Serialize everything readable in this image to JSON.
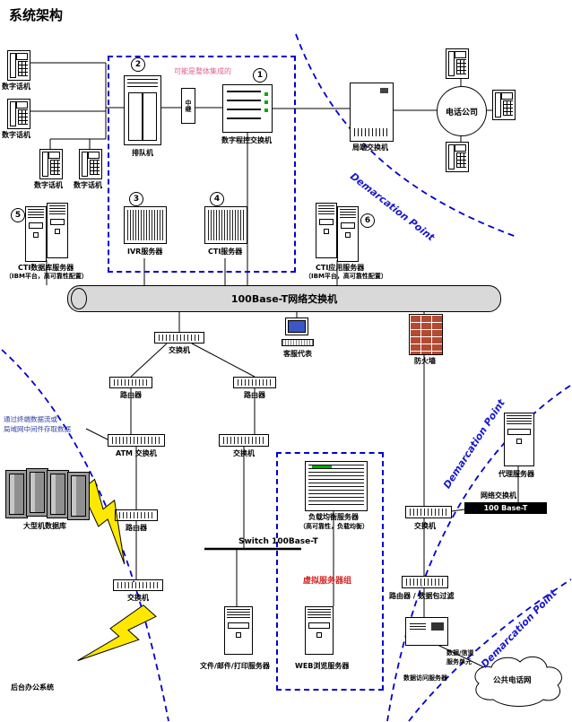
{
  "title": "系统架构",
  "colors": {
    "dashed_blue": "#0000d0",
    "demarcation_blue": "#1a1acc",
    "integration_note_pink": "#e0608a",
    "virtual_group_red": "#d42222",
    "lan_note_blue": "#2f3f9f",
    "firewall_brick": "#b34a32",
    "lightning_yellow": "#ffe800",
    "monitor_screen_blue": "#3a57c8",
    "cylinder_gray": "#d9d9d9"
  },
  "badges": {
    "b1": "1",
    "b2": "2",
    "b3": "3",
    "b4": "4",
    "b5": "5",
    "b6": "6"
  },
  "labels": {
    "digital_phone": "数字话机",
    "integration_note": "可能是整体集成的",
    "queue_machine": "排队机",
    "trunk": "中继",
    "pbx": "数字程控交换机",
    "co_switch": "局端交换机",
    "telco": "电话公司",
    "ivr_server": "IVR服务器",
    "cti_server": "CTI服务器",
    "cti_db_line1": "CTI数据库服务器",
    "cti_db_line2": "（IBM平台，高可靠性配置）",
    "cti_app_line1": "CTI应用服务器",
    "cti_app_line2": "（IBM平台，高可靠性配置）",
    "backbone": "100Base-T网络交换机",
    "agent": "客服代表",
    "switch": "交换机",
    "router": "路由器",
    "atm_switch": "ATM 交换机",
    "lan_note_line1": "通过终端数据流或",
    "lan_note_line2": "局域网中间件存取数据",
    "mainframe": "大型机数据库",
    "back_office": "后台办公系统",
    "firewall": "防火墙",
    "proxy": "代理服务器",
    "net_switch": "网络交换机",
    "bar_label": "100 Base-T",
    "lb_line1": "负载均衡服务器",
    "lb_line2": "（高可靠性，负载均衡）",
    "switch_bus": "Switch 100Base-T",
    "virtual_group": "虚拟服务器组",
    "file_server": "文件/邮件/打印服务器",
    "web_server": "WEB浏览服务器",
    "router_filter": "路由器 / 数据包过滤",
    "csu_line1": "数据/信道",
    "csu_line2": "服务单元",
    "data_access": "数据访问服务器",
    "pstn": "公共电话网",
    "demarcation": "Demarcation Point"
  },
  "icons": {
    "phone": "desk-telephone",
    "cabinet": "queue-machine-cabinet",
    "rack": "striped-server-rack",
    "tower": "tower-server",
    "cylinder": "backbone-switch-cylinder",
    "firewall": "brick-wall",
    "lightning": "serial-link-bolt",
    "cloud": "pstn-cloud"
  }
}
